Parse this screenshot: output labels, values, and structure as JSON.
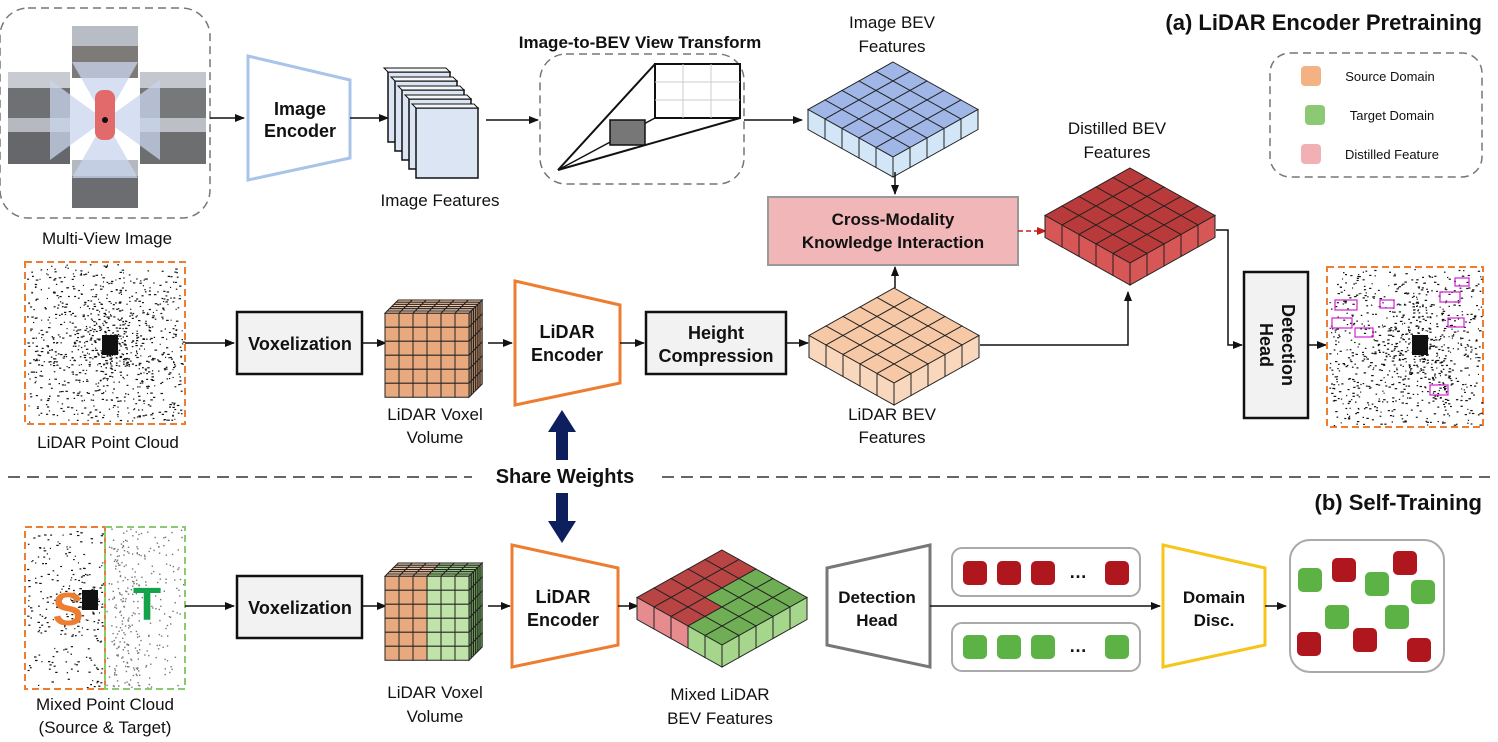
{
  "titles": {
    "pretraining": "(a) LiDAR Encoder Pretraining",
    "self_training": "(b) Self-Training",
    "share_weights": "Share Weights"
  },
  "legend": {
    "items": [
      {
        "label": "Source Domain",
        "color": "#f4b183"
      },
      {
        "label": "Target Domain",
        "color": "#8bc973"
      },
      {
        "label": "Distilled Feature",
        "color": "#f1b1b4"
      }
    ]
  },
  "top": {
    "multi_view_label": "Multi-View Image",
    "image_encoder": [
      "Image",
      "Encoder"
    ],
    "image_features": "Image Features",
    "view_transform_title": "Image-to-BEV View Transform",
    "image_bev": [
      "Image BEV",
      "Features"
    ],
    "cross_modality": [
      "Cross-Modality",
      "Knowledge Interaction"
    ],
    "distilled_bev": [
      "Distilled BEV",
      "Features"
    ],
    "detection_head": [
      "Detection",
      "Head"
    ]
  },
  "mid": {
    "point_cloud_label": "LiDAR Point Cloud",
    "voxelization": "Voxelization",
    "voxel_volume": [
      "LiDAR Voxel",
      "Volume"
    ],
    "lidar_encoder": [
      "LiDAR",
      "Encoder"
    ],
    "height_compression": [
      "Height",
      "Compression"
    ],
    "lidar_bev": [
      "LiDAR BEV",
      "Features"
    ]
  },
  "bottom": {
    "mixed_pc": [
      "Mixed Point Cloud",
      "(Source & Target)"
    ],
    "source_letter": "S",
    "target_letter": "T",
    "voxelization": "Voxelization",
    "voxel_volume": [
      "LiDAR Voxel",
      "Volume"
    ],
    "lidar_encoder": [
      "LiDAR",
      "Encoder"
    ],
    "mixed_bev": [
      "Mixed LiDAR",
      "BEV Features"
    ],
    "detection_head": [
      "Detection",
      "Head"
    ],
    "ellipsis": "…",
    "domain_disc": [
      "Domain",
      "Disc."
    ]
  },
  "colors": {
    "source_cube_top": "#f6c8a6",
    "source_cube_front": "#f8d7bd",
    "source_cube_side": "#b58663",
    "target_cube_top": "#a6d68c",
    "target_cube_front": "#bfe3a8",
    "target_cube_side": "#6a9c55",
    "image_bev_top": "#9fb6e6",
    "image_bev_front": "#d2e6f7",
    "distilled_top": "#b93a3a",
    "distilled_front": "#d75656",
    "mixed_red_top": "#b84444",
    "mixed_red_front": "#e68b8e",
    "mixed_green_top": "#6fae54",
    "mixed_green_front": "#a6d68c",
    "red_token": "#b0161e",
    "green_token": "#5cb245",
    "orange_border": "#ed7d31",
    "yellow_border": "#f5c518",
    "blue_border": "#a9c4e8",
    "knowledge_fill": "#f0b6b8",
    "arrow_navy": "#0d1f5c",
    "magenta_box": "#d020d0"
  }
}
